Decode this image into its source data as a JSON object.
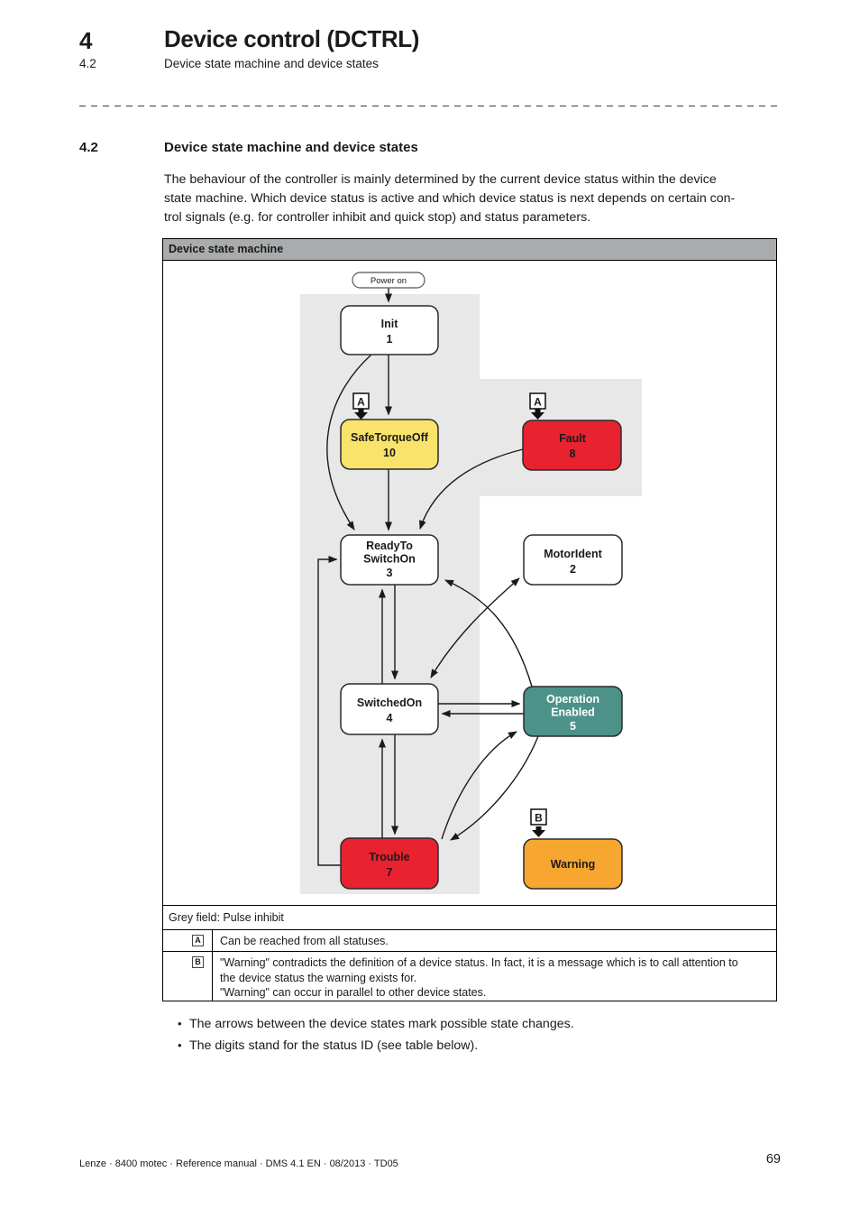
{
  "header": {
    "chapter_number": "4",
    "chapter_title": "Device control (DCTRL)",
    "section_number": "4.2",
    "section_title": "Device state machine and device states"
  },
  "section": {
    "number": "4.2",
    "title": "Device state machine and device states",
    "paragraph_lines": [
      "The behaviour of the controller is mainly determined by the current device status within the device",
      "state machine. Which device status is active and which device status is next depends on certain con-",
      "trol signals (e.g. for controller inhibit and quick stop) and status parameters."
    ]
  },
  "figure": {
    "title": "Device state machine",
    "colors": {
      "grey_field": "#e8e8e9",
      "title_bar": "#a9abad",
      "yellow": "#f9e36b",
      "red": "#e92230",
      "teal": "#4c9289",
      "orange": "#f7a72f",
      "white": "#ffffff"
    },
    "diagram": {
      "power_on": "Power on",
      "marker_a": "A",
      "marker_b": "B",
      "states": {
        "init": {
          "name": "Init",
          "id": "1"
        },
        "safe_torque_off": {
          "name": "SafeTorqueOff",
          "id": "10"
        },
        "fault": {
          "name": "Fault",
          "id": "8"
        },
        "ready_to_switch_on": {
          "line1": "ReadyTo",
          "line2": "SwitchOn",
          "id": "3"
        },
        "motor_ident": {
          "name": "MotorIdent",
          "id": "2"
        },
        "switched_on": {
          "name": "SwitchedOn",
          "id": "4"
        },
        "operation_enabled": {
          "line1": "Operation",
          "line2": "Enabled",
          "id": "5"
        },
        "trouble": {
          "name": "Trouble",
          "id": "7"
        },
        "warning": {
          "name": "Warning"
        }
      }
    },
    "grey_note": "Grey field: Pulse inhibit",
    "footnotes": [
      {
        "marker": "A",
        "lines": [
          "Can be reached from all statuses."
        ]
      },
      {
        "marker": "B",
        "lines": [
          "\"Warning\" contradicts the definition of a device status. In fact, it is a message which is to call attention to",
          "the device status the warning exists for.",
          "\"Warning\" can occur in parallel to other device states."
        ]
      }
    ]
  },
  "bullets": [
    "The arrows between the device states mark possible state changes.",
    "The digits stand for the status ID (see table below)."
  ],
  "footer": {
    "left": "Lenze · 8400 motec · Reference manual · DMS 4.1 EN · 08/2013 · TD05",
    "page_number": "69"
  }
}
